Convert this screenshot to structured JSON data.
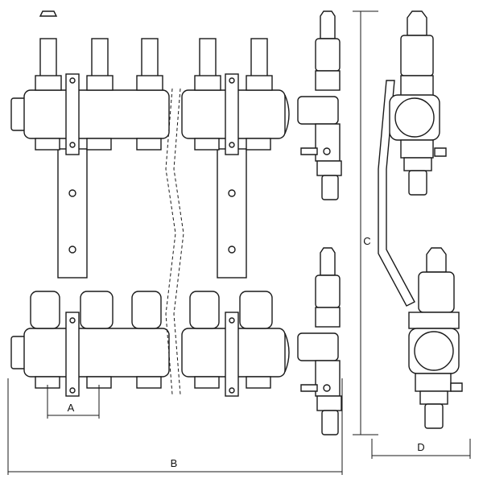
{
  "drawing": {
    "dimensions": {
      "A": "A",
      "B": "B",
      "C": "C",
      "D": "D"
    },
    "colors": {
      "line": "#1a1a1a",
      "pipe_fill": "#ffffff",
      "background": "#ffffff"
    }
  }
}
